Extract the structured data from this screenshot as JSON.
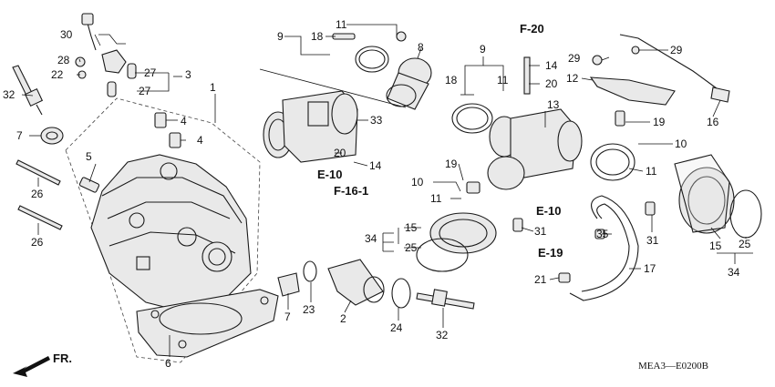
{
  "diagram": {
    "code": "MEA3—E0200B",
    "direction_label": "FR.",
    "section_refs": {
      "f20": "F-20",
      "e10a": "E-10",
      "f161": "F-16-1",
      "e10b": "E-10",
      "e19": "E-19"
    },
    "callouts": {
      "c30": "30",
      "c28": "28",
      "c22": "22",
      "c32a": "32",
      "c27a": "27",
      "c3": "3",
      "c27b": "27",
      "c1": "1",
      "c4a": "4",
      "c4b": "4",
      "c7a": "7",
      "c5": "5",
      "c26a": "26",
      "c26b": "26",
      "c6": "6",
      "c7b": "7",
      "c23": "23",
      "c2": "2",
      "c24": "24",
      "c32b": "32",
      "c9a": "9",
      "c18a": "18",
      "c11a": "11",
      "c8": "8",
      "c33": "33",
      "c20a": "20",
      "c14a": "14",
      "c9b": "9",
      "c18b": "18",
      "c11b": "11",
      "c14b": "14",
      "c20b": "20",
      "c13": "13",
      "c10a": "10",
      "c19a": "19",
      "c11c": "11",
      "c15a": "15",
      "c34a": "34",
      "c25a": "25",
      "c31a": "31",
      "c29a": "29",
      "c29b": "29",
      "c12": "12",
      "c16": "16",
      "c19b": "19",
      "c10b": "10",
      "c11d": "11",
      "c31b": "31",
      "c15b": "15",
      "c25b": "25",
      "c34b": "34",
      "c35": "35",
      "c17": "17",
      "c21": "21"
    }
  }
}
